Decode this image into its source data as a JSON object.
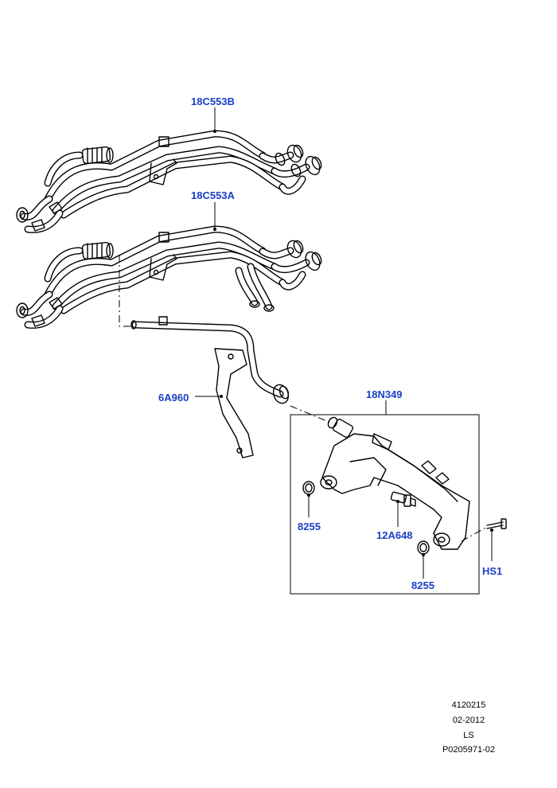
{
  "callouts": {
    "hose_upper": "18C553B",
    "hose_lower": "18C553A",
    "pipe": "6A960",
    "housing_kit": "18N349",
    "clip_left": "8255",
    "sensor": "12A648",
    "clip_right": "8255",
    "bolt": "HS1"
  },
  "footer": {
    "code": "4120215",
    "date": "02-2012",
    "initials": "LS",
    "ref": "P0205971-02"
  },
  "colors": {
    "callout_text": "#1a3fc4",
    "line_art": "#000000",
    "background": "#ffffff"
  }
}
